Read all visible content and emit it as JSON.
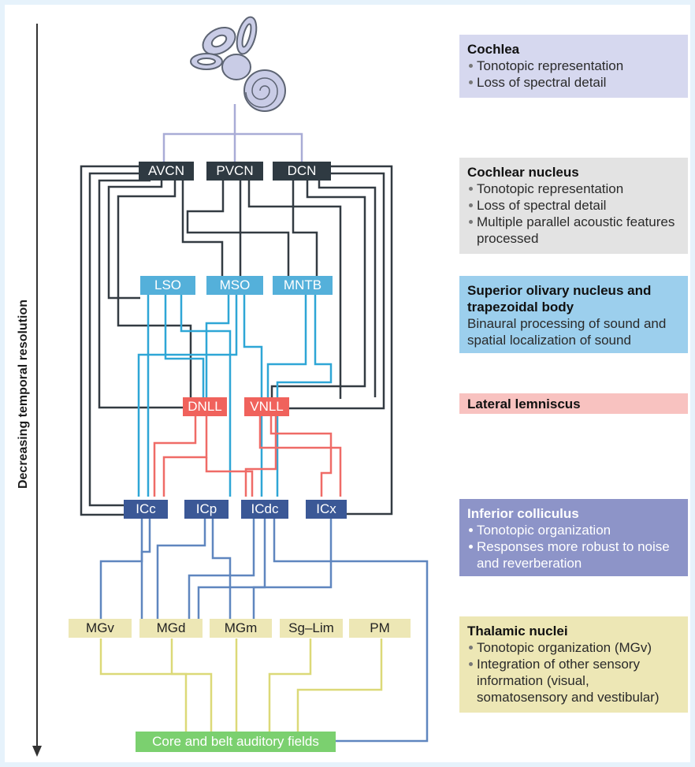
{
  "axis_label": "Decreasing temporal resolution",
  "colors": {
    "cochlear_nucleus": "#2f3a42",
    "superior_olive": "#54b0da",
    "lemniscus": "#f0625c",
    "colliculus": "#3b5896",
    "thalamus": "#ede7b5",
    "cortex": "#7bd06f",
    "wire_cochlea": "#a9acd6",
    "wire_cn": "#333b42",
    "wire_so": "#2ea6d6",
    "wire_ll": "#ef6b67",
    "wire_ic": "#5f86bf",
    "wire_th": "#dcd978"
  },
  "nodes": {
    "avcn": "AVCN",
    "pvcn": "PVCN",
    "dcn": "DCN",
    "lso": "LSO",
    "mso": "MSO",
    "mntb": "MNTB",
    "dnll": "DNLL",
    "vnll": "VNLL",
    "icc": "ICc",
    "icp": "ICp",
    "icdc": "ICdc",
    "icx": "ICx",
    "mgv": "MGv",
    "mgd": "MGd",
    "mgm": "MGm",
    "sglim": "Sg–Lim",
    "pm": "PM",
    "cortex": "Core and belt auditory fields"
  },
  "panels": {
    "cochlea": {
      "title": "Cochlea",
      "bullets": [
        "Tonotopic representation",
        "Loss of spectral detail"
      ]
    },
    "cochlear_nucleus": {
      "title": "Cochlear nucleus",
      "bullets": [
        "Tonotopic representation",
        "Loss of spectral detail",
        "Multiple parallel acoustic features processed"
      ]
    },
    "superior_olive": {
      "title": "Superior olivary nucleus and trapezoidal body",
      "text": "Binaural processing of sound and spatial localization of sound"
    },
    "lemniscus": {
      "title": "Lateral lemniscus"
    },
    "colliculus": {
      "title": "Inferior colliculus",
      "bullets": [
        "Tonotopic organization",
        "Responses more robust to noise and reverberation"
      ]
    },
    "thalamus": {
      "title": "Thalamic nuclei",
      "bullets": [
        "Tonotopic organization (MGv)",
        "Integration of other sensory information (visual, somatosensory and vestibular)"
      ]
    }
  }
}
